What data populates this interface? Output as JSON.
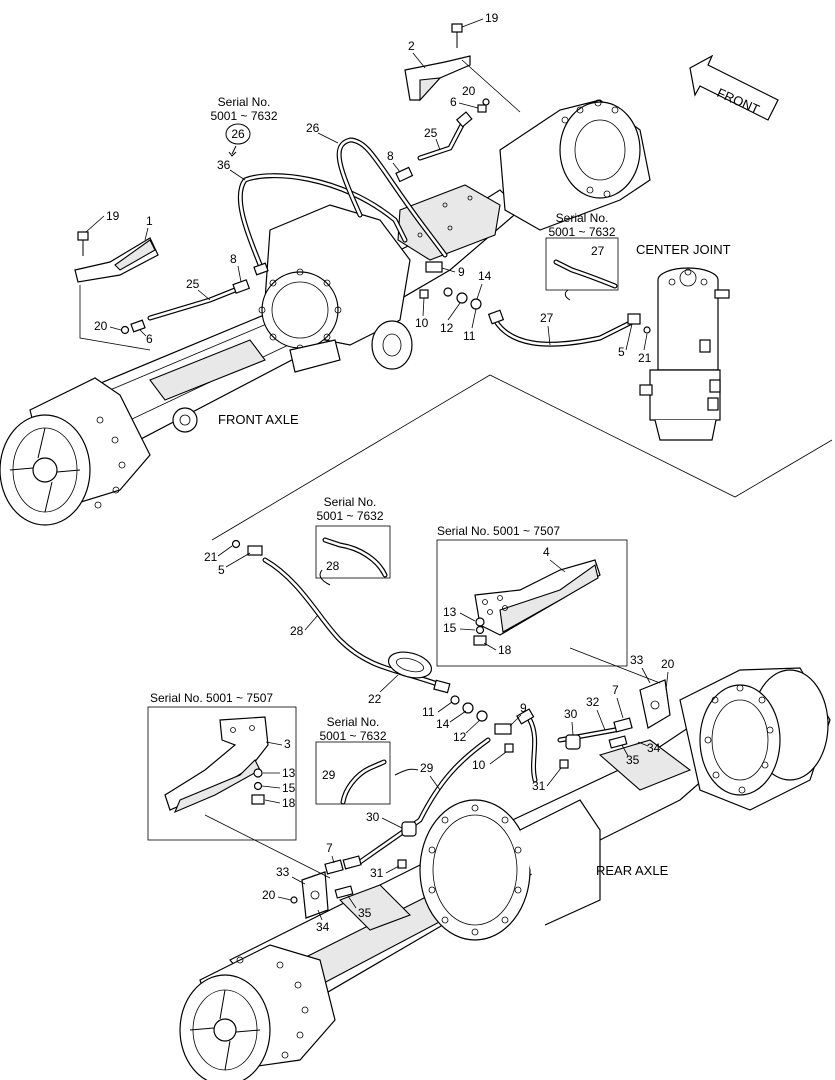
{
  "titles": {
    "front_axle": "FRONT AXLE",
    "rear_axle": "REAR AXLE",
    "center_joint": "CENTER JOINT",
    "front_arrow": "FRONT"
  },
  "serial_notes": {
    "serial_label": "Serial No.",
    "range_7632": "5001 ~ 7632",
    "range_7507_full": "Serial No. 5001 ~ 7507",
    "circled_ref": "26"
  },
  "callouts": {
    "p1": "1",
    "p2": "2",
    "p3": "3",
    "p4": "4",
    "p5": "5",
    "p6": "6",
    "p7": "7",
    "p8": "8",
    "p9": "9",
    "p10": "10",
    "p11": "11",
    "p12": "12",
    "p13": "13",
    "p14": "14",
    "p15": "15",
    "p18": "18",
    "p19": "19",
    "p20": "20",
    "p21": "21",
    "p22": "22",
    "p25": "25",
    "p26": "26",
    "p27": "27",
    "p28": "28",
    "p29": "29",
    "p30": "30",
    "p31": "31",
    "p32": "32",
    "p33": "33",
    "p34": "34",
    "p35": "35",
    "p36": "36"
  }
}
